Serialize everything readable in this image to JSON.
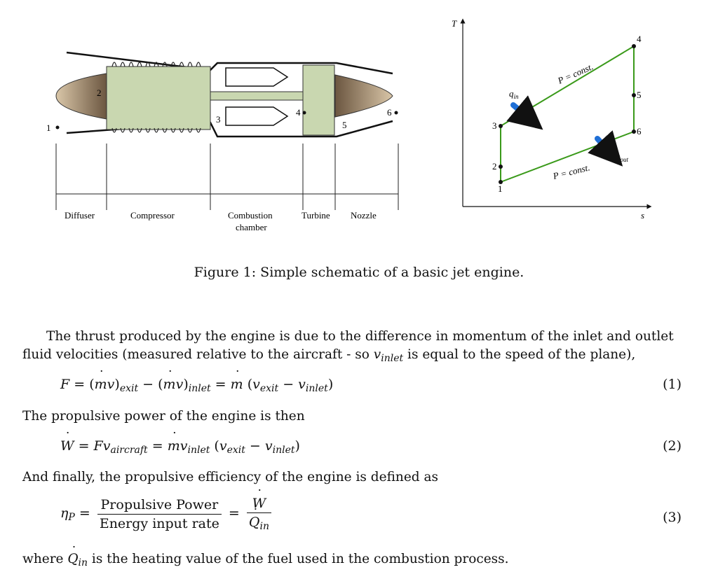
{
  "figure": {
    "engine": {
      "stations": [
        "1",
        "2",
        "3",
        "4",
        "5",
        "6"
      ],
      "section_labels": [
        "Diffuser",
        "Compressor",
        "Combustion",
        "chamber",
        "Turbine",
        "Nozzle"
      ]
    },
    "ts_diagram": {
      "axis_t": "T",
      "axis_s": "s",
      "states": [
        "1",
        "2",
        "3",
        "4",
        "5",
        "6"
      ],
      "pconst_top": "P = const.",
      "pconst_bottom": "P = const.",
      "q_in": "q",
      "q_in_sub": "in",
      "q_out": "q",
      "q_out_sub": "out",
      "colors": {
        "process": "#3a9a1a",
        "arrow": "#1f6fd6"
      }
    },
    "caption": "Figure 1: Simple schematic of a basic jet engine."
  },
  "text": {
    "p1_a": "The thrust produced by the engine is due to the difference in momentum of the inlet and outlet fluid velocities (measured relative to the aircraft - so ",
    "p1_var": "v",
    "p1_var_sub": "inlet",
    "p1_b": " is equal to the speed of the plane),",
    "p2": "The propulsive power of the engine is then",
    "p3": "And finally, the propulsive efficiency of the engine is defined as",
    "p4_a": "where ",
    "p4_var": "Q",
    "p4_var_sub": "in",
    "p4_b": " is the heating value of the fuel used in the combustion process."
  },
  "equations": {
    "eq1_num": "(1)",
    "eq2_num": "(2)",
    "eq3_num": "(3)",
    "eq3_num_label": "Propulsive Power",
    "eq3_den_label": "Energy input rate"
  }
}
